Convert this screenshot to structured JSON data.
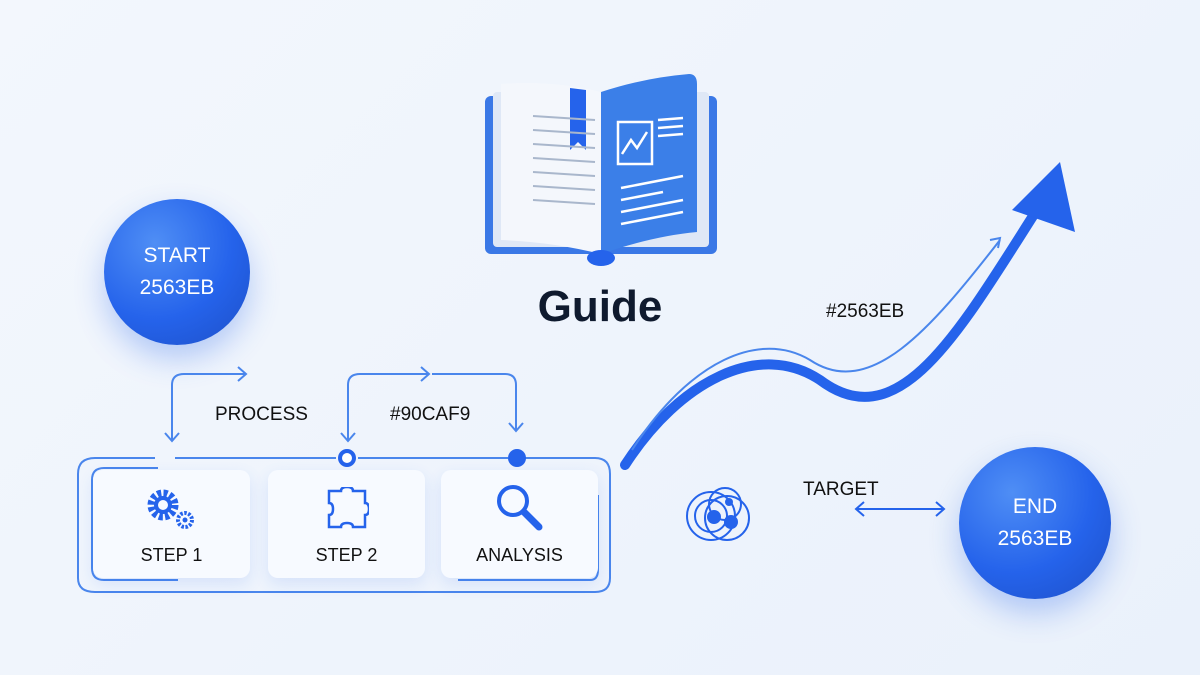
{
  "start": {
    "title": "START",
    "code": "2563EB"
  },
  "end": {
    "title": "END",
    "code": "2563EB"
  },
  "guide": {
    "title": "Guide"
  },
  "curve_label": "#2563EB",
  "process": {
    "label": "PROCESS",
    "color_label": "#90CAF9",
    "steps": [
      {
        "label": "STEP 1",
        "icon": "gears-icon"
      },
      {
        "label": "STEP 2",
        "icon": "puzzle-icon"
      },
      {
        "label": "ANALYSIS",
        "icon": "magnifier-icon"
      }
    ]
  },
  "target": {
    "label": "TARGET"
  },
  "colors": {
    "primary": "#2563EB",
    "light": "#90CAF9"
  }
}
